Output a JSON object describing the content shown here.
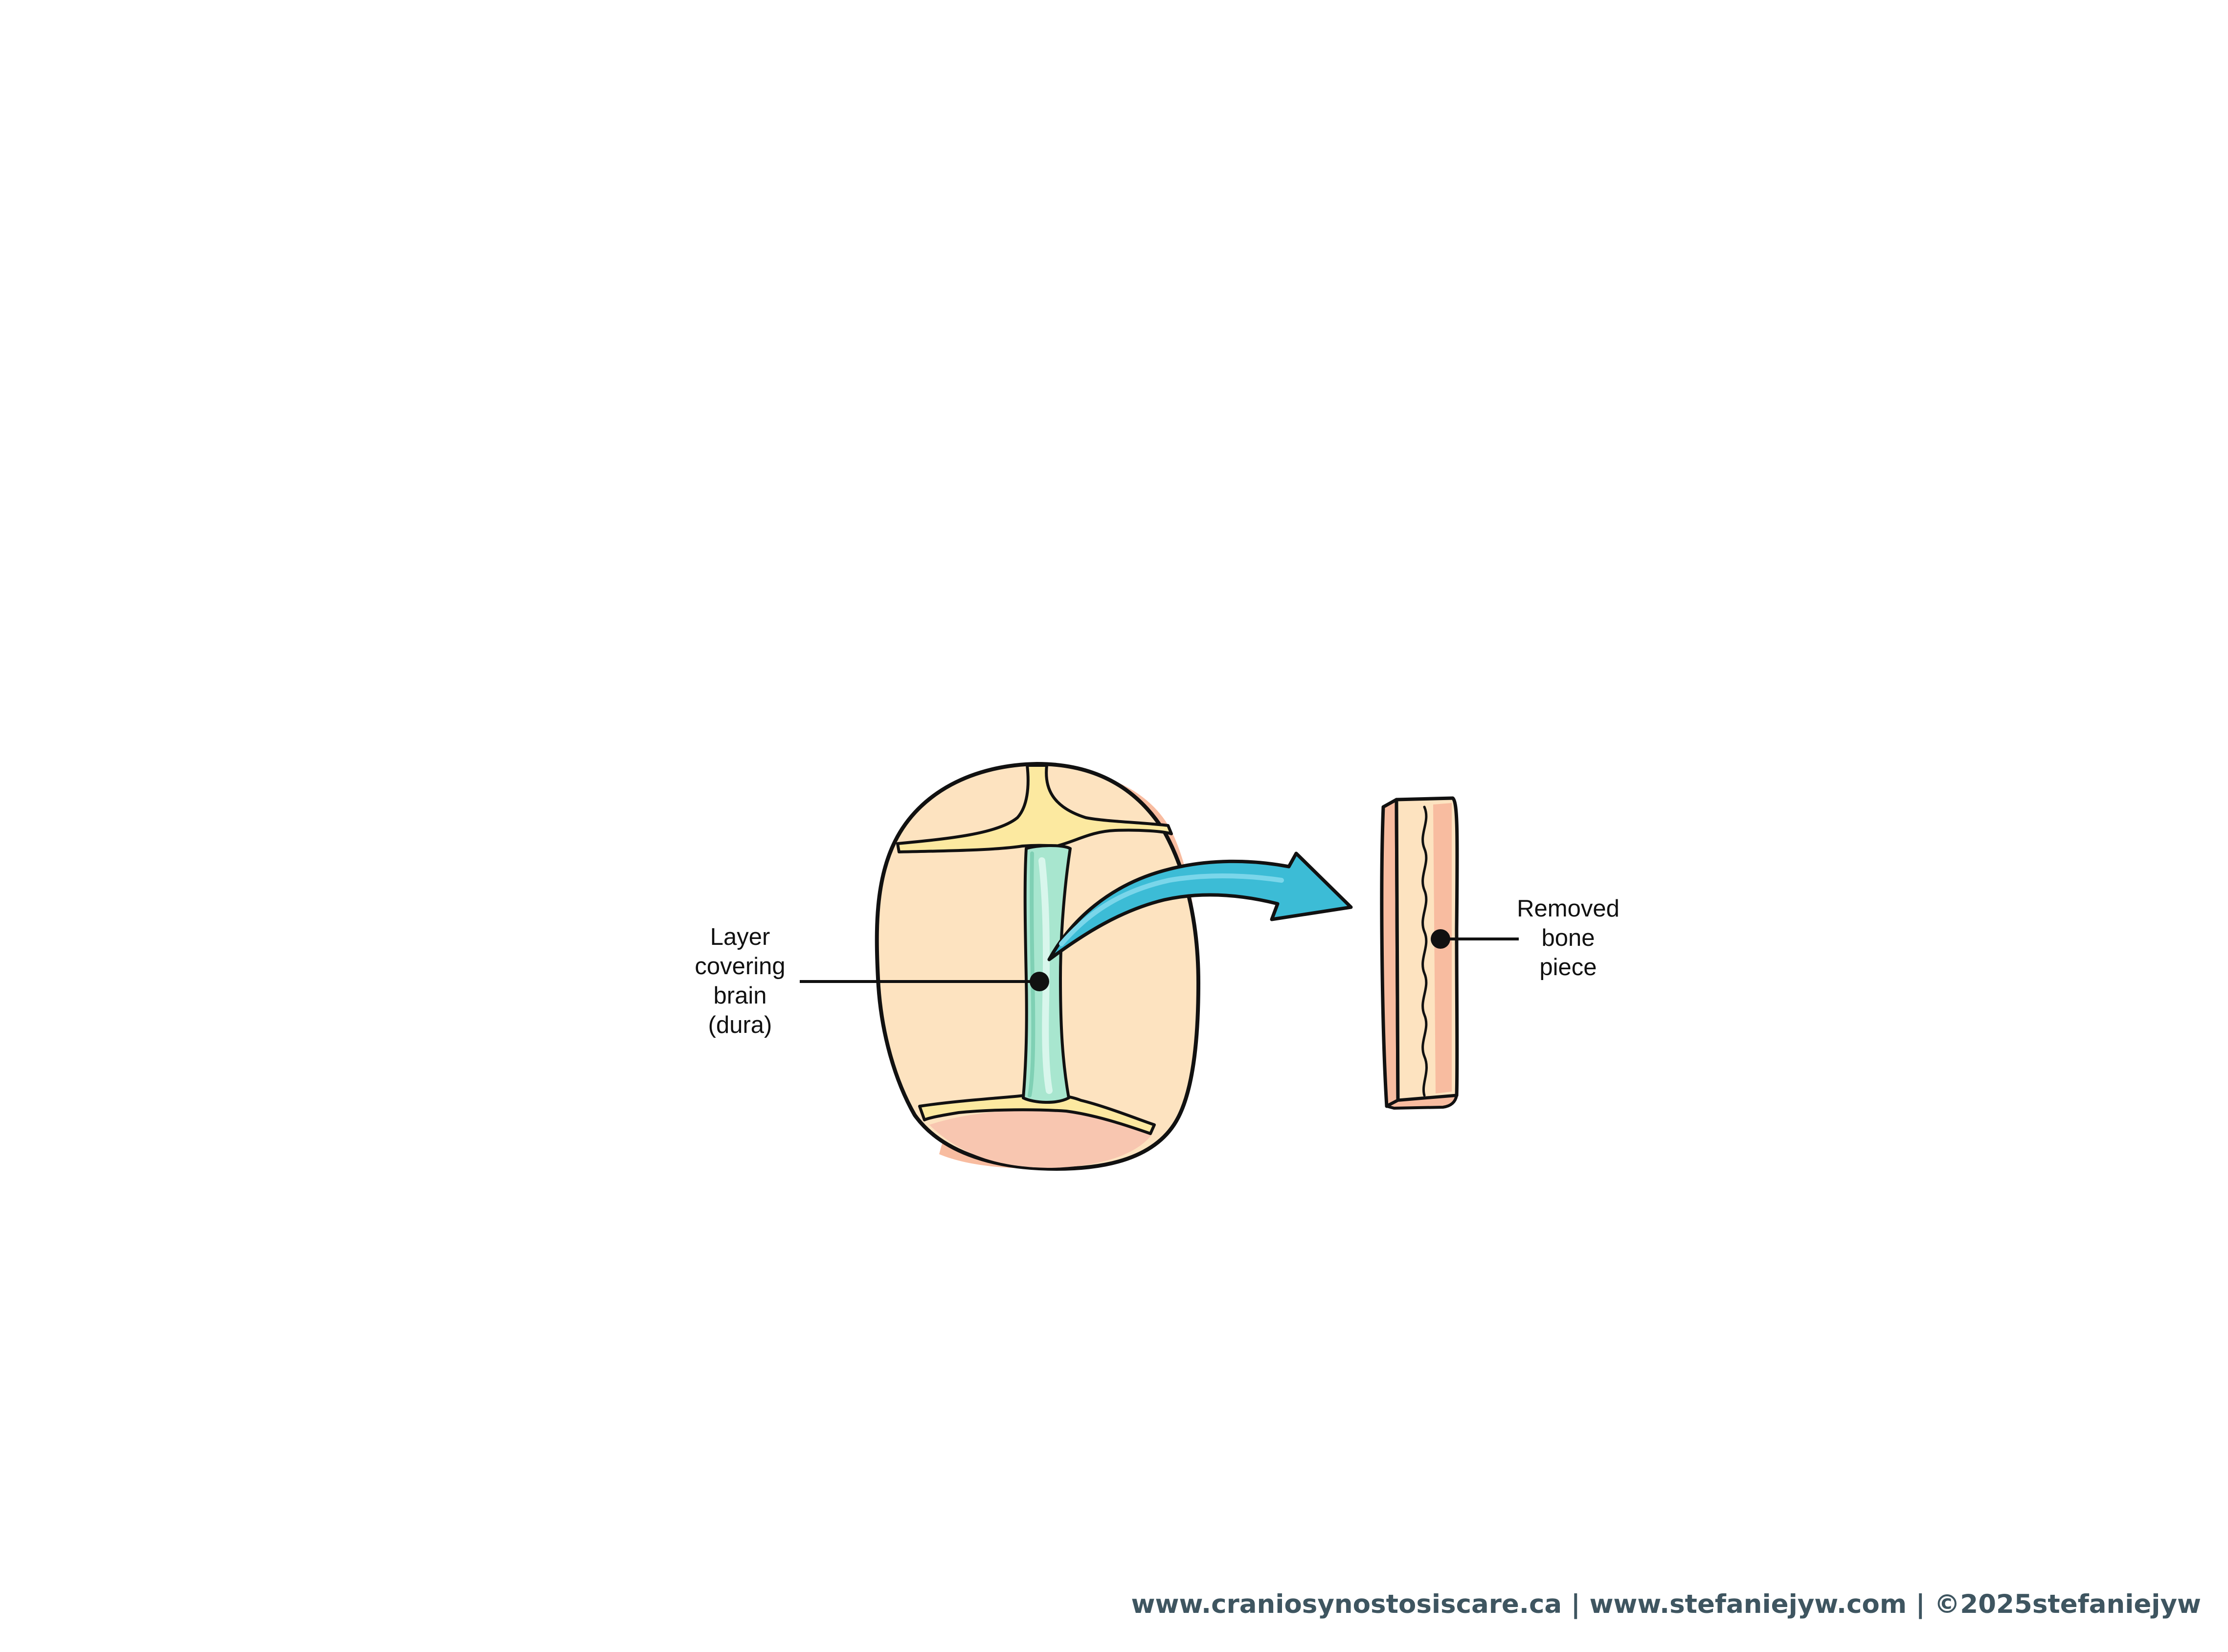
{
  "labels": {
    "dura_line1": "Layer",
    "dura_line2": "covering",
    "dura_line3": "brain",
    "dura_line4": "(dura)",
    "bone_line1": "Removed",
    "bone_line2": "bone",
    "bone_line3": "piece"
  },
  "footer": {
    "credit": "www.craniosynostosiscare.ca | www.stefaniejyw.com | ©2025stefaniejyw"
  },
  "colors": {
    "bone_fill": "#fde3c0",
    "bone_shadow": "#f8bca0",
    "suture_yellow": "#fce9a0",
    "dura_green": "#a8e6cf",
    "arrow_blue": "#3cbcd6",
    "outline": "#111111",
    "footer_text": "#3e5560"
  }
}
